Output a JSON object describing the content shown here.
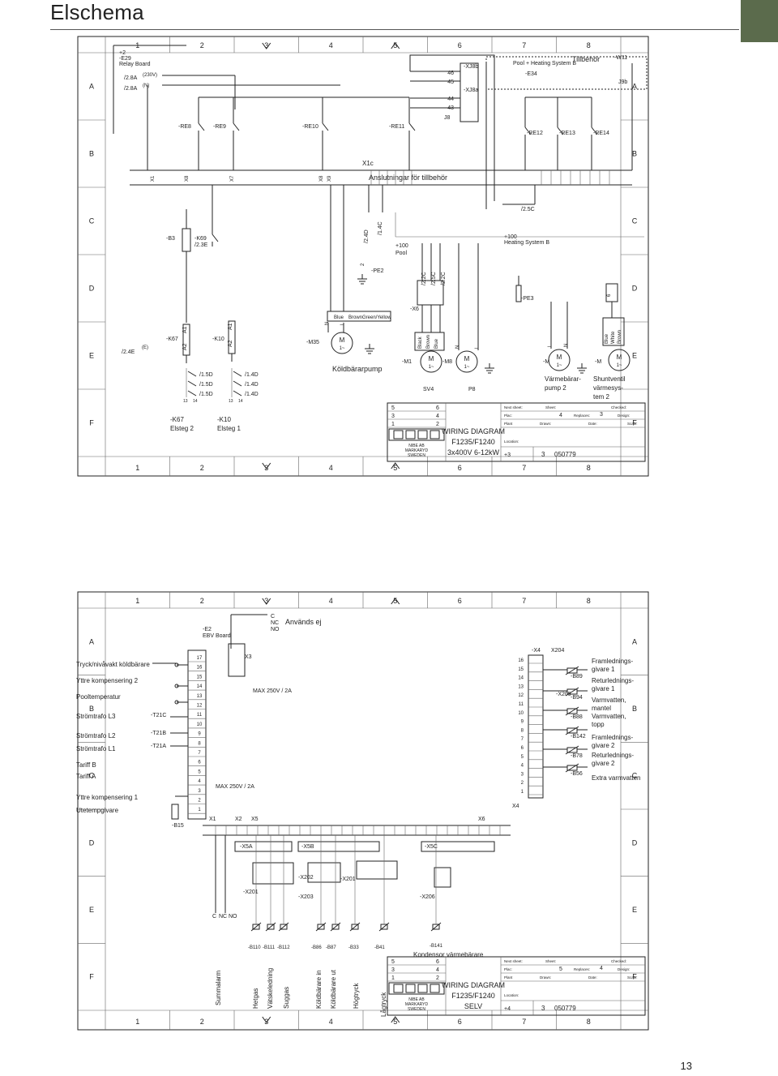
{
  "page": {
    "title": "Elschema",
    "page_number": "13"
  },
  "frame": {
    "columns": [
      "1",
      "2",
      "3",
      "4",
      "5",
      "6",
      "7",
      "8"
    ],
    "rows": [
      "A",
      "B",
      "C",
      "D",
      "E",
      "F"
    ]
  },
  "diagram1": {
    "board": [
      "+2",
      "-E29",
      "Relay Board"
    ],
    "refs_top": [
      "/2.8A",
      "/2.8A",
      "(230V)",
      "(N)"
    ],
    "relays": [
      "-RE8",
      "-RE9",
      "-RE10",
      "-RE11",
      "-RE12",
      "-RE13",
      "-RE14"
    ],
    "terminals_top": [
      "X1",
      "X8",
      "X7",
      "X8",
      "X9"
    ],
    "x1c_label": "X1c",
    "accessories_label": "Anslutningar för tillbehör",
    "xj8b": "-XJ8b",
    "xj8a": "-XJ8a",
    "xj_nums": [
      "46",
      "45",
      "44",
      "43",
      "J8"
    ],
    "pool_heating": "Pool + Heating System B",
    "e34": "-E34",
    "accessory_title": "Tillbehör",
    "w11": "-W11",
    "j9b": "J9b",
    "b3": "-B3",
    "k69": "-K69",
    "k69_ref": "/2.3E",
    "ref_24d": "/2.4D",
    "ref_214c": "/1.4C",
    "pool_unit": [
      "+100",
      "Pool"
    ],
    "heating_unit": [
      "+100",
      "Heating System B"
    ],
    "ref_25c": "/2.5C",
    "pe2": "-PE2",
    "pe3": "-PE3",
    "x6": "-X6",
    "x6_refs": [
      "/2.2C",
      "/2.5C",
      "/2.2C"
    ],
    "k67": "-K67",
    "k10": "-K10",
    "contact_refs_k67": [
      "/1.5D",
      "/1.5D",
      "/1.5D"
    ],
    "contact_refs_k10": [
      "/1.4D",
      "/1.4D",
      "/1.4D"
    ],
    "ref_24e": "/2.4E",
    "m35": "-M35",
    "wire_colors": [
      "Blue",
      "Brown",
      "Green/Yellow"
    ],
    "brine_pump": "Köldbärarpump",
    "m1": "-M1",
    "m8": "-M8",
    "m_a": "-M",
    "m_b": "-M",
    "sv4": "SV4",
    "p8": "P8",
    "hp2": [
      "Värmebärar-",
      "pump 2"
    ],
    "shunt": [
      "Shuntventil",
      "värmesys-",
      "tem 2"
    ],
    "colors_m1": [
      "Black",
      "Brown",
      "Blue"
    ],
    "colors_m": [
      "Blue",
      "White",
      "Brown"
    ],
    "elsteg": [
      [
        "-K67",
        "Elsteg 2"
      ],
      [
        "-K10",
        "Elsteg 1"
      ]
    ],
    "titleblock": {
      "rev_nums": [
        "5",
        "3",
        "1",
        "6",
        "4",
        "2"
      ],
      "next_sheet": "Next sheet:",
      "next_val": "4",
      "sheet": "Sheet:",
      "sheet_val": "3",
      "checked": "Checked:",
      "plac": "Plac:",
      "replaces": "Replaces:",
      "design": "Design:",
      "plant": "Plant",
      "drawn": "Drawn:",
      "date": "Date:",
      "scale": "Scale:",
      "company": [
        "NIBE AB",
        "MARKARYD",
        "SWEDEN"
      ],
      "name": [
        "WIRING DIAGRAM",
        "F1235/F1240",
        "3x400V 6-12kW"
      ],
      "location": "Location:",
      "location_val": "+3",
      "sheet_no": "3",
      "drawing_no": "050779"
    }
  },
  "diagram2": {
    "c_nc_no": [
      "C",
      "NC",
      "NO"
    ],
    "anvands_ej": "Används ej",
    "ebv": [
      "-E2",
      "EBV Board"
    ],
    "x3": "X3",
    "max1": "MAX 250V / 2A",
    "max2": "MAX 250V / 2A",
    "left_labels": [
      "Tryck/nivåvakt köldbärare",
      "Yttre kompensering 2",
      "Pooltemperatur",
      "Strömtrafo L3",
      "Strömtrafo L2",
      "Strömtrafo L1",
      "Tariff B",
      "Tariff A",
      "Yttre kompensering 1",
      "Utetempgivare"
    ],
    "ct": [
      "-T21C",
      "-T21B",
      "-T21A"
    ],
    "b15": "-B15",
    "board_terms": [
      "17",
      "16",
      "15",
      "14",
      "13",
      "12",
      "11",
      "10",
      "9",
      "8",
      "7",
      "6",
      "5",
      "4",
      "3",
      "2",
      "1"
    ],
    "x_terms": [
      "X1",
      "X2",
      "X5"
    ],
    "x4": "-X4",
    "x4_terms": [
      "16",
      "15",
      "14",
      "13",
      "12",
      "11",
      "10",
      "9",
      "8",
      "7",
      "6",
      "5",
      "4",
      "3",
      "2",
      "1"
    ],
    "x204": "X204",
    "x205": "-X205",
    "x4_label": "X4",
    "x6": "X6",
    "right_sensors": [
      "-B89",
      "-B94",
      "-B88",
      "-B142",
      "-B78",
      "-B56"
    ],
    "right_labels": [
      "Framlednings-",
      "givare 1",
      "Returlednings-",
      "givare 1",
      "Varmvatten,",
      "mantel",
      "Varmvatten,",
      "topp",
      "Framlednings-",
      "givare 2",
      "Returlednings-",
      "givare 2",
      "Extra varmvatten"
    ],
    "xs_blocks": [
      "-X5A",
      "-X5B",
      "-X5C"
    ],
    "x20x": [
      "-X201",
      "-X202",
      "-X201",
      "-X203",
      "-X206"
    ],
    "c_nc_no_bottom": [
      "C",
      "NC",
      "NO"
    ],
    "bottom_sensors": [
      "-B110",
      "-B111",
      "-B112",
      "-B86",
      "-B87",
      "-B33",
      "-B41",
      "-B141"
    ],
    "kondensor": "Kondensor värmebärare",
    "bottom_labels": [
      "Summalarm",
      "Hetgas",
      "Vätskeledning",
      "Suggas",
      "Köldbärare in",
      "Köldbärare ut",
      "Högtryck",
      "Lågtryck"
    ],
    "titleblock": {
      "rev_nums": [
        "5",
        "3",
        "1",
        "6",
        "4",
        "2"
      ],
      "next_sheet": "Next sheet:",
      "next_val": "5",
      "sheet": "Sheet:",
      "sheet_val": "4",
      "checked": "Checked:",
      "plac": "Plac:",
      "replaces": "Replaces:",
      "design": "Design:",
      "plant": "Plant",
      "drawn": "Drawn:",
      "date": "Date:",
      "scale": "Scale:",
      "company": [
        "NIBE AB",
        "MARKARYD",
        "SWEDEN"
      ],
      "name": [
        "WIRING DIAGRAM",
        "F1235/F1240",
        "SELV"
      ],
      "location": "Location:",
      "location_val": "+4",
      "sheet_no": "3",
      "drawing_no": "050779"
    }
  }
}
